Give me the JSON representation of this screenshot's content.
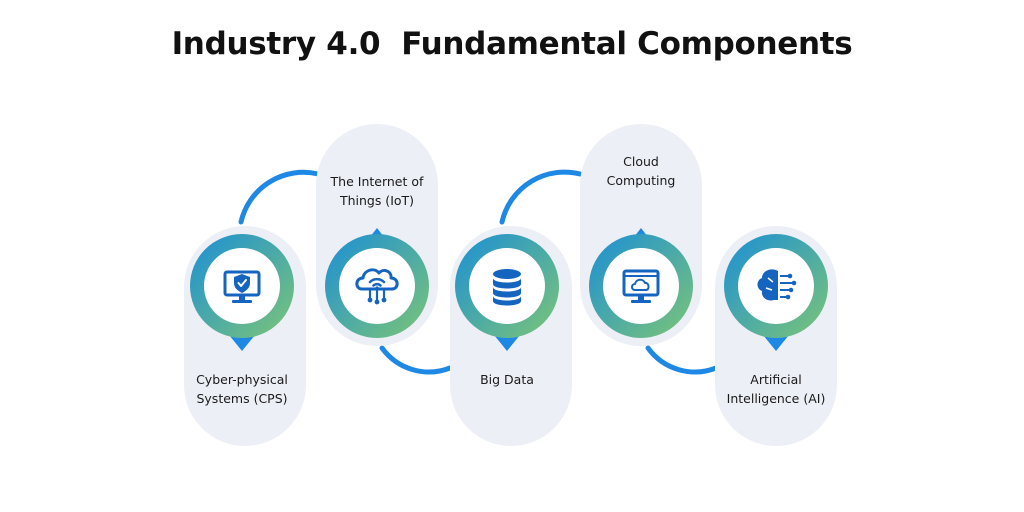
{
  "page": {
    "title": "Industry 4.0  Fundamental Components"
  },
  "colors": {
    "pill": "#eceff5",
    "ring_start": "#1b8fd6",
    "ring_end": "#7cc576",
    "icon": "#1565c0",
    "connector": "#1e88e5",
    "arrow": "#1e88e5"
  },
  "components": [
    {
      "id": "cps",
      "label_lines": [
        "Cyber-physical",
        "Systems (CPS)"
      ],
      "icon": "monitor-shield-icon",
      "label_position": "below"
    },
    {
      "id": "iot",
      "label_lines": [
        "The Internet of",
        "Things (IoT)"
      ],
      "icon": "cloud-wifi-icon",
      "label_position": "above"
    },
    {
      "id": "bigdata",
      "label_lines": [
        "Big Data"
      ],
      "icon": "database-icon",
      "label_position": "below"
    },
    {
      "id": "cloud",
      "label_lines": [
        "Cloud",
        "Computing"
      ],
      "icon": "monitor-cloud-icon",
      "label_position": "above"
    },
    {
      "id": "ai",
      "label_lines": [
        "Artificial",
        "Intelligence (AI)"
      ],
      "icon": "brain-circuit-icon",
      "label_position": "below"
    }
  ]
}
